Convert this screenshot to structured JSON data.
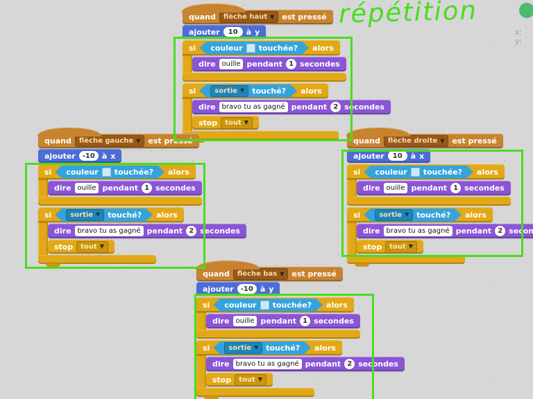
{
  "annotation": {
    "text": "répétition"
  },
  "hud": {
    "x_label": "x:",
    "y_label": "y:"
  },
  "labels": {
    "quand": "quand",
    "est_presse": "est pressé",
    "ajouter": "ajouter",
    "a": "à",
    "si": "si",
    "alors": "alors",
    "couleur": "couleur",
    "touchee": "touchée?",
    "sortie": "sortie",
    "touche": "touché?",
    "dire": "dire",
    "msg_ouille": "ouille",
    "msg_bravo": "bravo tu as gagné",
    "pendant": "pendant",
    "sec_1": "1",
    "sec_2": "2",
    "secondes": "secondes",
    "stop": "stop",
    "tout": "tout"
  },
  "scripts": [
    {
      "event_key": "flèche haut",
      "delta": "10",
      "axis": "y"
    },
    {
      "event_key": "flèche gauche",
      "delta": "-10",
      "axis": "x"
    },
    {
      "event_key": "flèche droite",
      "delta": "10",
      "axis": "x"
    },
    {
      "event_key": "flèche bas",
      "delta": "-10",
      "axis": "y"
    }
  ],
  "colors": {
    "events": "#c8832f",
    "motion": "#4c6cd6",
    "control": "#e2a817",
    "looks": "#8b55d6",
    "sensing": "#35a3dc",
    "annotation_green": "#48dd1e",
    "indicator_green": "#4cbb6c",
    "background": "#d7d7d7"
  }
}
